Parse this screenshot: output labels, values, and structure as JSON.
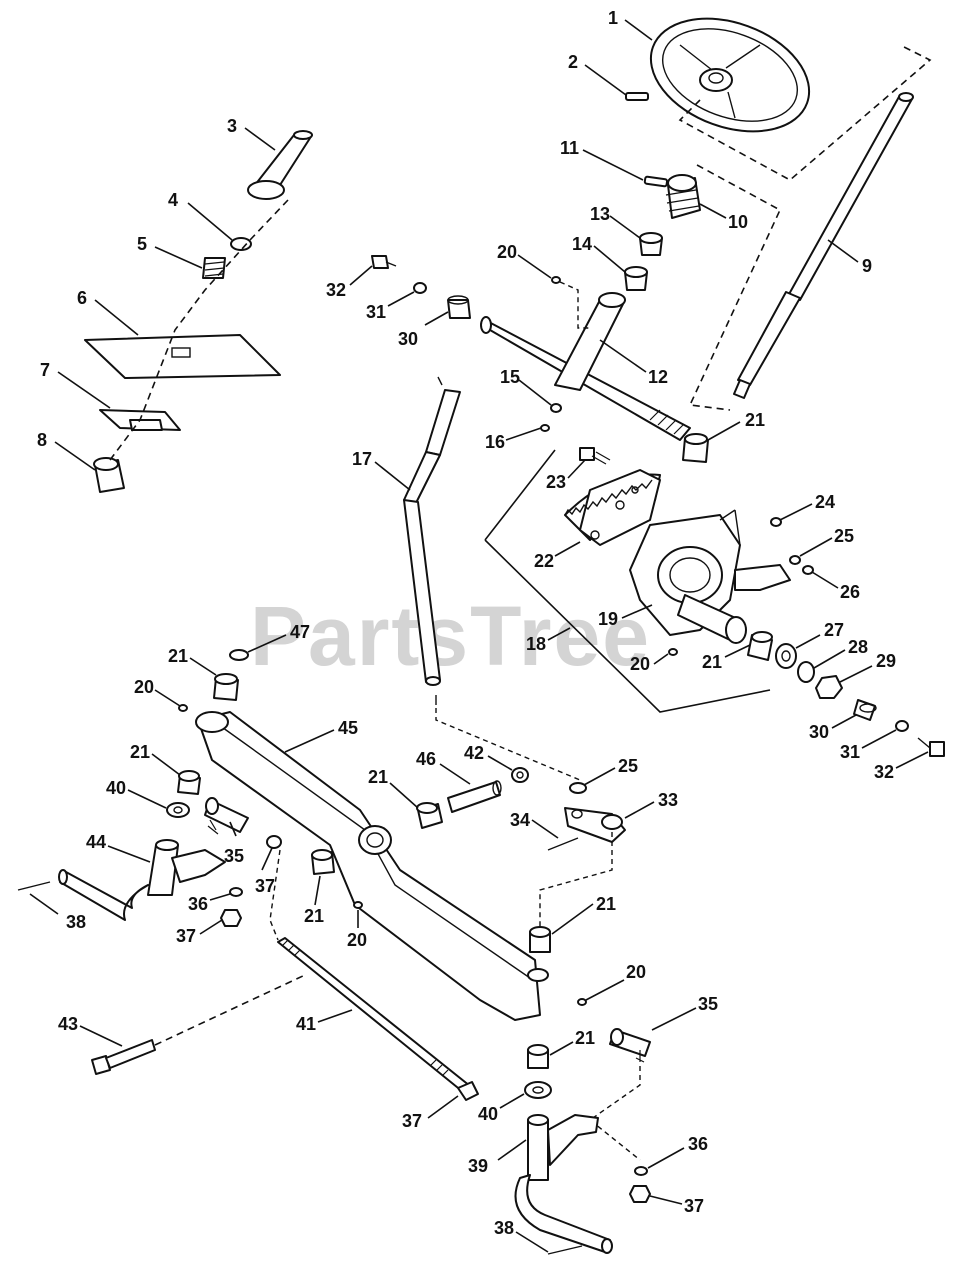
{
  "watermark": "PartsTree",
  "callouts": [
    "1",
    "2",
    "3",
    "4",
    "5",
    "6",
    "7",
    "8",
    "9",
    "10",
    "11",
    "12",
    "13",
    "14",
    "15",
    "16",
    "17",
    "18",
    "19",
    "20",
    "21",
    "22",
    "23",
    "24",
    "25",
    "26",
    "27",
    "28",
    "29",
    "30",
    "31",
    "32",
    "33",
    "34",
    "35",
    "36",
    "37",
    "38",
    "39",
    "40",
    "41",
    "42",
    "43",
    "44",
    "45",
    "46",
    "47"
  ],
  "labels": {
    "l1": "1",
    "l2": "2",
    "l3": "3",
    "l4": "4",
    "l5": "5",
    "l6": "6",
    "l7": "7",
    "l8": "8",
    "l9": "9",
    "l10": "10",
    "l11": "11",
    "l12": "12",
    "l13": "13",
    "l14": "14",
    "l15": "15",
    "l16": "16",
    "l17": "17",
    "l18": "18",
    "l19": "19",
    "l20a": "20",
    "l20b": "20",
    "l20c": "20",
    "l20d": "20",
    "l20e": "20",
    "l21a": "21",
    "l21b": "21",
    "l21c": "21",
    "l21d": "21",
    "l21e": "21",
    "l21f": "21",
    "l21g": "21",
    "l21h": "21",
    "l22": "22",
    "l23": "23",
    "l24": "24",
    "l25a": "25",
    "l25b": "25",
    "l26": "26",
    "l27": "27",
    "l28": "28",
    "l29": "29",
    "l30a": "30",
    "l30b": "30",
    "l31a": "31",
    "l31b": "31",
    "l32a": "32",
    "l32b": "32",
    "l33": "33",
    "l34": "34",
    "l35a": "35",
    "l35b": "35",
    "l36a": "36",
    "l36b": "36",
    "l37a": "37",
    "l37b": "37",
    "l37c": "37",
    "l37d": "37",
    "l38a": "38",
    "l38b": "38",
    "l39": "39",
    "l40a": "40",
    "l40b": "40",
    "l41": "41",
    "l42": "42",
    "l43": "43",
    "l44": "44",
    "l45": "45",
    "l46": "46",
    "l47": "47"
  }
}
